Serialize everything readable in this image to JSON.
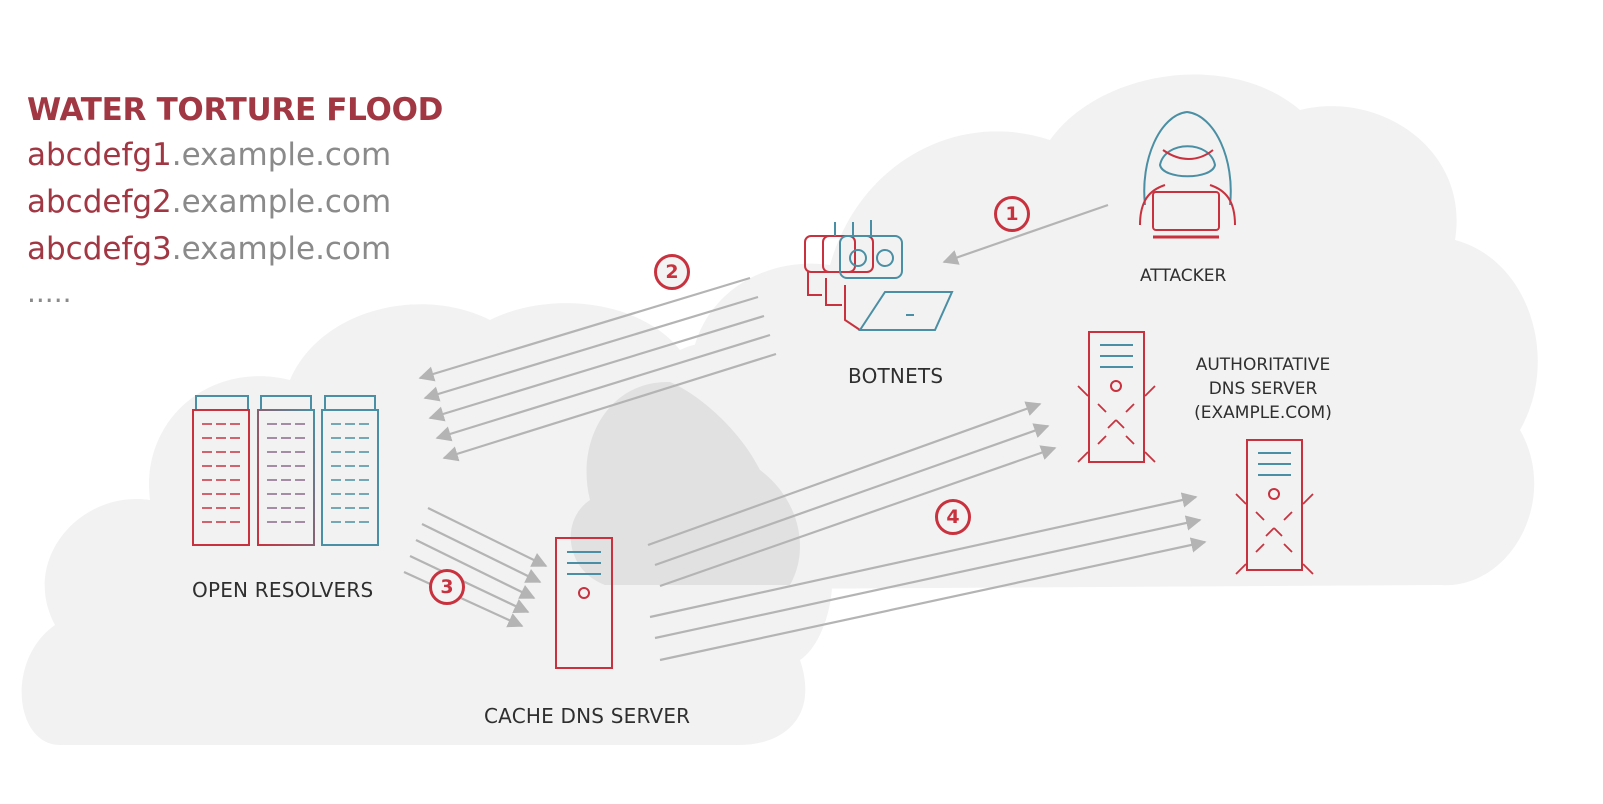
{
  "heading": {
    "title": "WATER TORTURE FLOOD",
    "queries": [
      {
        "sub": "abcdefg1",
        "domain": ".example.com"
      },
      {
        "sub": "abcdefg2",
        "domain": ".example.com"
      },
      {
        "sub": "abcdefg3",
        "domain": ".example.com"
      }
    ],
    "ellipsis": "....."
  },
  "nodes": {
    "attacker": "ATTACKER",
    "botnets": "BOTNETS",
    "open_resolvers": "OPEN RESOLVERS",
    "cache_dns": "CACHE DNS SERVER",
    "authoritative": [
      "AUTHORITATIVE",
      "DNS SERVER",
      "(EXAMPLE.COM)"
    ]
  },
  "steps": [
    "1",
    "2",
    "3",
    "4"
  ],
  "colors": {
    "accent_red": "#c8323e",
    "title_red": "#a23744",
    "teal": "#4a8fa3",
    "arrow_gray": "#b4b4b4",
    "cloud_fill": "#f2f2f2",
    "overlap_fill": "#dedede"
  },
  "icons": {
    "attacker": "hooded-hacker-laptop-icon",
    "botnets": "robot-group-laptop-icon",
    "open_resolvers": "server-rack-icon",
    "cache_dns": "server-tower-icon",
    "authoritative": "broken-server-icon"
  }
}
